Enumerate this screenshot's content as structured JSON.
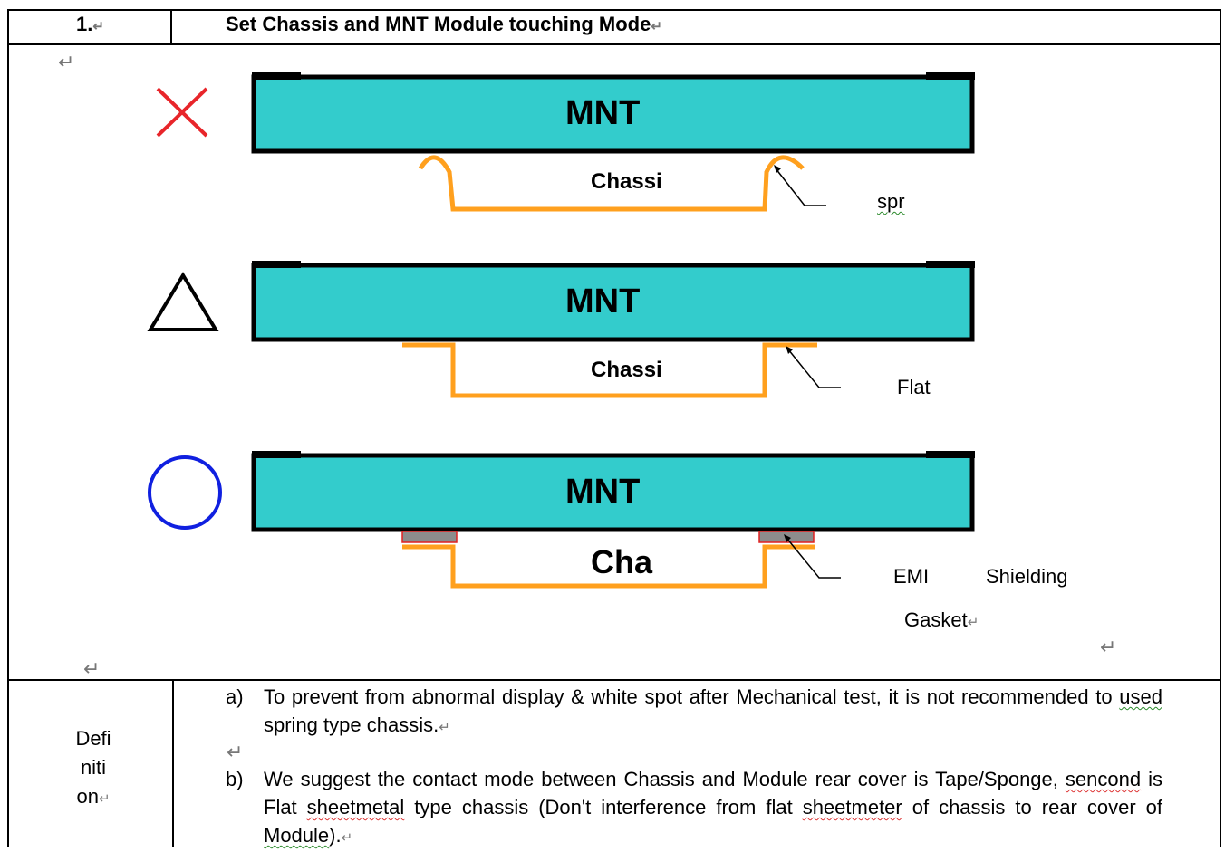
{
  "header": {
    "number": "1.",
    "title": "Set Chassis and MNT Module touching Mode"
  },
  "diagrams": [
    {
      "symbol": "cross",
      "symbol_color": "#e8252a",
      "module_label": "MNT",
      "chassis_label": "Chassi",
      "callout": "spr",
      "contact": "spring"
    },
    {
      "symbol": "triangle",
      "symbol_color": "#000000",
      "module_label": "MNT",
      "chassis_label": "Chassi",
      "callout": "Flat",
      "contact": "flat"
    },
    {
      "symbol": "circle",
      "symbol_color": "#1020e0",
      "module_label": "MNT",
      "chassis_label": "Cha",
      "callout_line1_a": "EMI",
      "callout_line1_b": "Shielding",
      "callout_line2": "Gasket",
      "contact": "gasket"
    }
  ],
  "colors": {
    "module_fill": "#33cccc",
    "chassis_stroke": "#ffa01e",
    "gasket_fill": "#8c8c8c",
    "gasket_border": "#e02020"
  },
  "definition": {
    "label_lines": [
      "Defi",
      "niti",
      "on"
    ],
    "items": [
      {
        "index": "a)",
        "text_parts": [
          "To prevent from abnormal display & white spot after Mechanical test, it is not recommended to ",
          "used",
          " spring type chassis."
        ]
      },
      {
        "index": "b)",
        "text_parts": [
          "We suggest the contact mode between Chassis and Module rear cover is Tape/Sponge, ",
          "sencond",
          " is Flat ",
          "sheetmetal",
          " type chassis (Don't interference from flat ",
          "sheetmeter",
          " of chassis to rear cover of ",
          "Module",
          ")."
        ]
      }
    ]
  }
}
